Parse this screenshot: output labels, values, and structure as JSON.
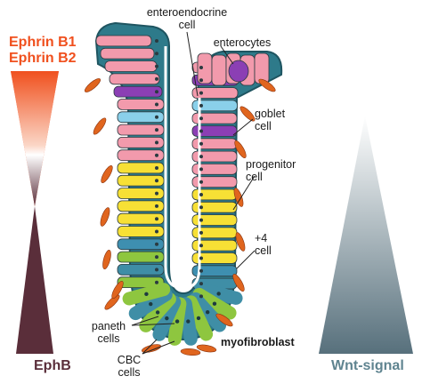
{
  "left_gradient": {
    "top_label_line1": "Ephrin B1",
    "top_label_line2": "Ephrin B2",
    "bottom_label": "EphB",
    "top_color": "#f0501e",
    "bottom_color": "#5a2e3a"
  },
  "right_gradient": {
    "label": "Wnt-signal",
    "label_color": "#5f8490",
    "top_color": "#ffffff",
    "bottom_color": "#57707c"
  },
  "labels": {
    "enteroendocrine_line1": "enteroendocrine",
    "enteroendocrine_line2": "cell",
    "enterocytes": "enterocytes",
    "goblet_line1": "goblet",
    "goblet_line2": "cell",
    "progenitor_line1": "progenitor",
    "progenitor_line2": "cell",
    "plus4_line1": "+4",
    "plus4_line2": "cell",
    "paneth_line1": "paneth",
    "paneth_line2": "cells",
    "cbc_line1": "CBC",
    "cbc_line2": "cells",
    "myofibroblast": "myofibroblast"
  },
  "cell_colors": {
    "enterocyte": "#f29aac",
    "enteroendocrine": "#8ad0ea",
    "goblet": "#8b3fb4",
    "progenitor": "#f7e035",
    "plus4": "#3e8fb0",
    "paneth": "#8ec63f",
    "cbc": "#3f8ea6",
    "myofibroblast": "#e0651e",
    "lumen_edge": "#2e7a8a"
  }
}
